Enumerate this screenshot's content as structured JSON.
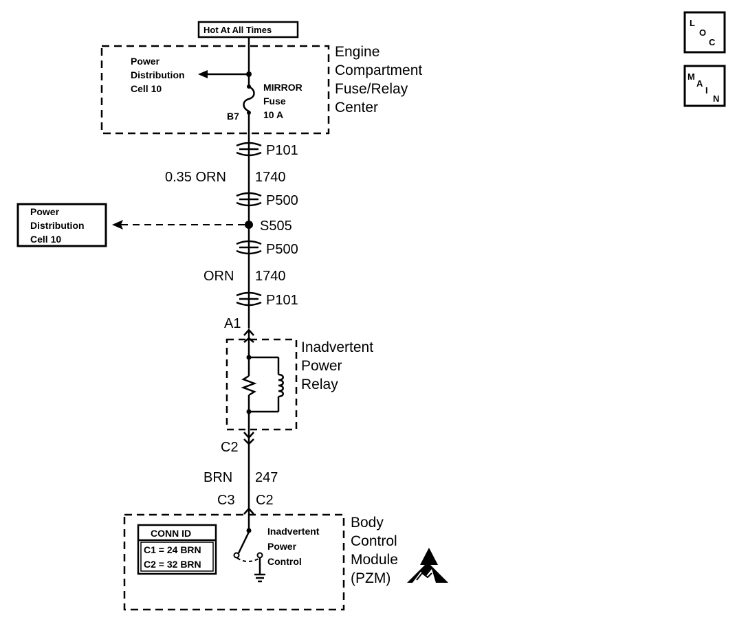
{
  "nav": {
    "loc": [
      "L",
      "O",
      "C"
    ],
    "main": [
      "M",
      "A",
      "I",
      "N"
    ]
  },
  "hot_label": "Hot At All Times",
  "fuse_center": {
    "lines": [
      "Engine",
      "Compartment",
      "Fuse/Relay",
      "Center"
    ]
  },
  "pdc_inner": {
    "lines": [
      "Power",
      "Distribution",
      "Cell 10"
    ]
  },
  "fuse": {
    "lines": [
      "MIRROR",
      "Fuse",
      "10 A"
    ],
    "pin": "B7"
  },
  "connector_p101_top": "P101",
  "wire1": {
    "color": "0.35 ORN",
    "circuit": "1740"
  },
  "connector_p500_top": "P500",
  "pdc_outer": {
    "lines": [
      "Power",
      "Distribution",
      "Cell 10"
    ]
  },
  "splice": "S505",
  "connector_p500_bottom": "P500",
  "wire2": {
    "color": "ORN",
    "circuit": "1740"
  },
  "connector_p101_bottom": "P101",
  "relay_pin_top": "A1",
  "relay": {
    "lines": [
      "Inadvertent",
      "Power",
      "Relay"
    ]
  },
  "relay_pin_bottom": "C2",
  "wire3": {
    "color": "BRN",
    "circuit": "247"
  },
  "bcm_pins": {
    "left": "C3",
    "right": "C2"
  },
  "bcm": {
    "lines": [
      "Body",
      "Control",
      "Module",
      "(PZM)"
    ]
  },
  "conn_id": {
    "header": "CONN ID",
    "rows": [
      "C1 = 24 BRN",
      "C2 = 32 BRN"
    ]
  },
  "bcm_switch": {
    "lines": [
      "Inadvertent",
      "Power",
      "Control"
    ]
  }
}
